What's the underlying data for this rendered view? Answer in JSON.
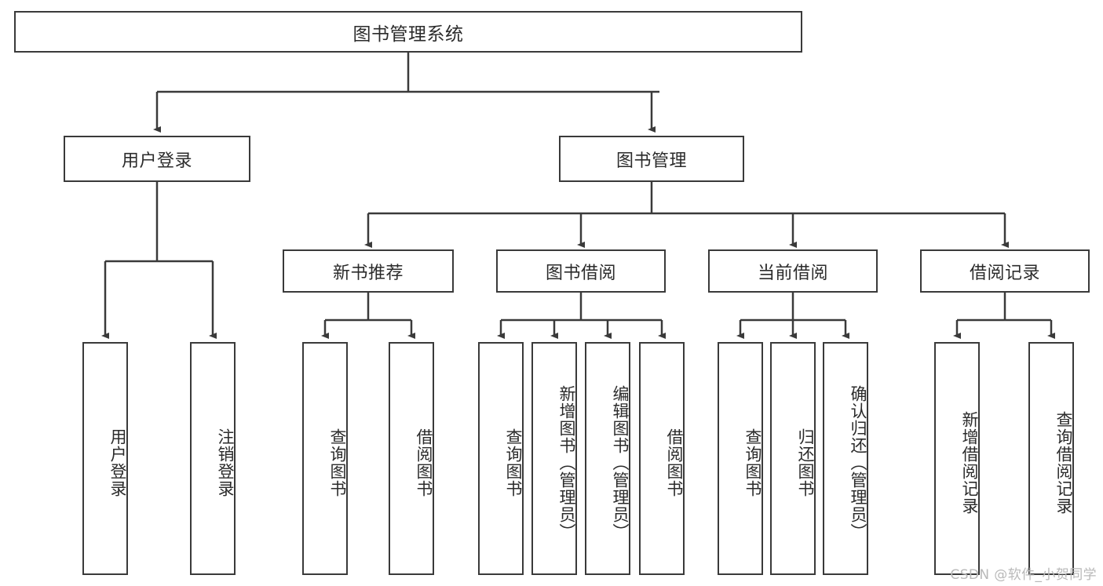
{
  "diagram": {
    "type": "tree",
    "title": "图书管理系统",
    "root": {
      "label": "图书管理系统"
    },
    "level1": [
      {
        "label": "用户登录"
      },
      {
        "label": "图书管理"
      }
    ],
    "level2": [
      {
        "label": "新书推荐"
      },
      {
        "label": "图书借阅"
      },
      {
        "label": "当前借阅"
      },
      {
        "label": "借阅记录"
      }
    ],
    "leaves": {
      "user_login": [
        {
          "label": "用户登录"
        },
        {
          "label": "注销登录"
        }
      ],
      "new_book_recommend": [
        {
          "label": "查询图书"
        },
        {
          "label": "借阅图书"
        }
      ],
      "book_borrow": [
        {
          "label": "查询图书"
        },
        {
          "label": "新增图书（管理员）"
        },
        {
          "label": "编辑图书（管理员）"
        },
        {
          "label": "借阅图书"
        }
      ],
      "current_borrow": [
        {
          "label": "查询图书"
        },
        {
          "label": "归还图书"
        },
        {
          "label": "确认归还（管理员）"
        }
      ],
      "borrow_record": [
        {
          "label": "新增借阅记录"
        },
        {
          "label": "查询借阅记录"
        }
      ]
    }
  },
  "watermark": {
    "text": "CSDN @软件_小贺同学"
  },
  "colors": {
    "stroke": "#3a3a3a",
    "text": "#2b2b2b",
    "background": "#ffffff",
    "watermark": "#b9b9b9"
  }
}
